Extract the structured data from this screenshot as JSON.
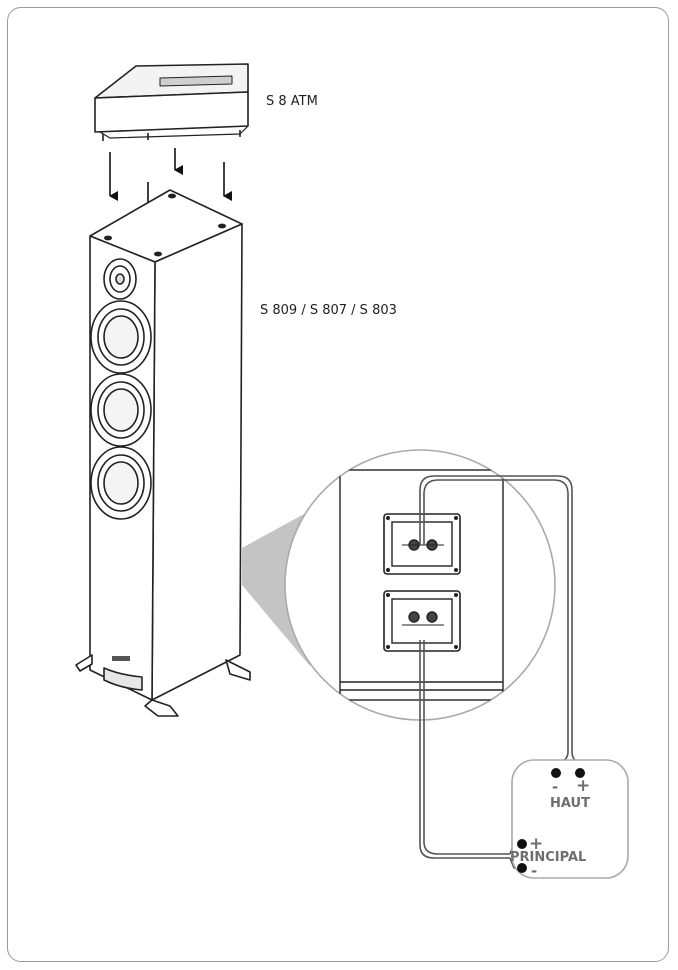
{
  "diagram": {
    "labels": {
      "atmos_model": "S 8 ATM",
      "tower_models": "S 809 / S 807 / S 803"
    },
    "amplifier": {
      "upper_output": {
        "label": "HAUT",
        "neg": "-",
        "pos": "+"
      },
      "main_output": {
        "label": "PRINCIPAL",
        "pos": "+",
        "neg": "-"
      }
    }
  }
}
